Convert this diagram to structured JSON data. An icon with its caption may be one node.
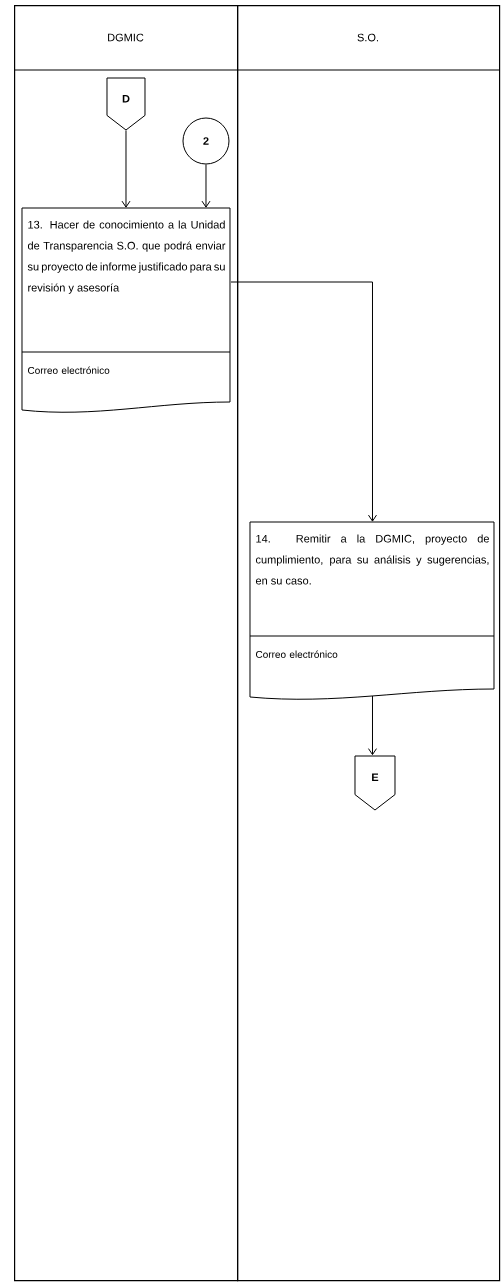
{
  "diagram": {
    "nodes": [
      {
        "text": [
          "DGMIC"
        ]
      },
      {
        "text": [
          "S.O."
        ]
      },
      {
        "text": [
          "D"
        ],
        "in": 0
      },
      {
        "text": [
          "2"
        ],
        "in": 0
      },
      {
        "text": [
          "13. Hacer de conocimiento a la Unidad de Transparencia S.O. que podrá enviar su proyecto de informe justificado para su revisión y asesoría",
          "Correo electrónico"
        ],
        "in": 0
      },
      {
        "text": [
          "14. Remitir a la DGMIC, proyecto de cumplimiento, para su análisis y sugerencias, en su caso.",
          "Correo electrónico"
        ],
        "in": 1
      },
      {
        "text": [
          "E"
        ],
        "in": 1
      }
    ],
    "edges": [
      {
        "from": 2,
        "to": 4,
        "arrow": "to"
      },
      {
        "from": 3,
        "to": 4,
        "arrow": "to"
      },
      {
        "from": 4,
        "to": 5,
        "arrow": "to"
      },
      {
        "from": 5,
        "to": 6,
        "arrow": "to"
      }
    ]
  }
}
